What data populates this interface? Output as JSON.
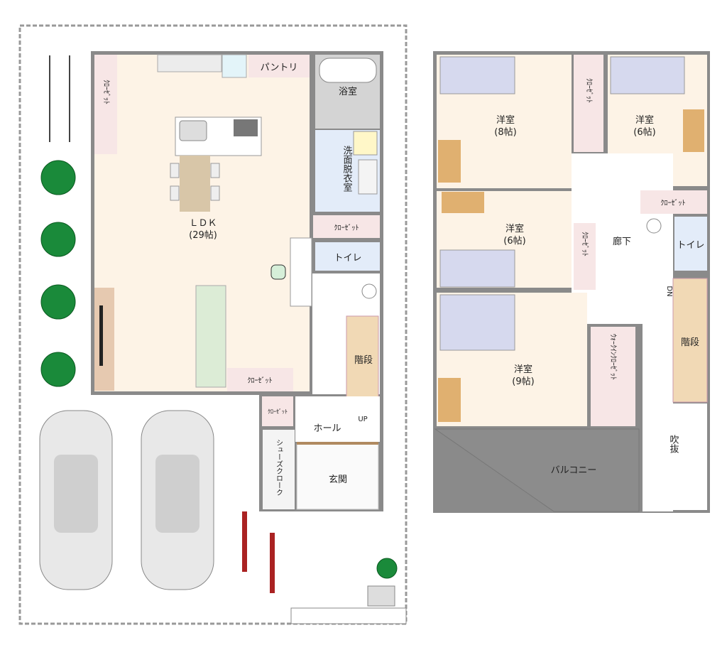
{
  "colors": {
    "room": "#fdf3e6",
    "closet": "#f7e6e6",
    "wet": "#e3ecf9",
    "bath": "#d4d4d4",
    "bed": "#d6d9ee",
    "desk": "#e0b070",
    "sofa": "#dcecd6",
    "balcony": "#8c8c8c",
    "stairs": "#f1d9b5"
  },
  "floor1": {
    "ldk": "ＬＤＫ",
    "ldk_size": "(29帖)",
    "closet_left": "ｸﾛｰｾﾞｯﾄ",
    "pantry": "パントリ",
    "bath": "浴室",
    "washroom": "洗面脱衣室",
    "closet_wash": "ｸﾛｰｾﾞｯﾄ",
    "toilet": "トイレ",
    "stairs": "階段",
    "up": "UP",
    "closet_bottom": "ｸﾛｰｾﾞｯﾄ",
    "closet_small": "ｸﾛｰｾﾞｯﾄ",
    "hall": "ホール",
    "shoes_cloak": "シューズクローク",
    "entrance": "玄関"
  },
  "floor2": {
    "room1": "洋室",
    "room1_size": "(8帖)",
    "room2": "洋室",
    "room2_size": "(6帖)",
    "room3": "洋室",
    "room3_size": "(6帖)",
    "room4": "洋室",
    "room4_size": "(9帖)",
    "closet_a": "ｸﾛｰｾﾞｯﾄ",
    "closet_b": "ｸﾛｰｾﾞｯﾄ",
    "closet_c": "ｸﾛｰｾﾞｯﾄ",
    "corridor": "廊下",
    "toilet": "トイレ",
    "stairs": "階段",
    "dn": "DN",
    "wic": "ｳｫｰｸｲﾝｸﾛｰｾﾞｯﾄ",
    "void": "吹抜",
    "balcony": "バルコニー"
  }
}
